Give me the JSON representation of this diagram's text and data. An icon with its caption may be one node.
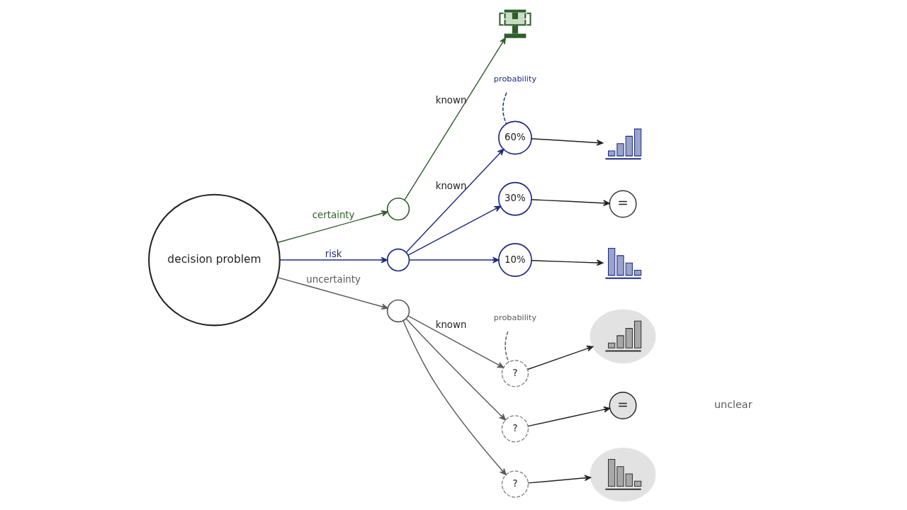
{
  "diagram": {
    "nodes": [
      {
        "text": [
          "decision problem"
        ]
      },
      {
        "text": [],
        "shape": "circle"
      },
      {
        "text": [],
        "shape": "picture"
      },
      {
        "text": [],
        "shape": "circle"
      },
      {
        "text": [
          "probability"
        ]
      },
      {
        "text": [
          "60%"
        ]
      },
      {
        "text": [],
        "shape": "picture"
      },
      {
        "text": [
          "30%"
        ]
      },
      {
        "text": [
          "="
        ]
      },
      {
        "text": [
          "10%"
        ]
      },
      {
        "text": [],
        "shape": "picture"
      },
      {
        "text": [],
        "shape": "circle"
      },
      {
        "text": [
          "probability"
        ]
      },
      {
        "text": [
          "?"
        ]
      },
      {
        "text": [],
        "shape": "cloud"
      },
      {
        "text": [
          "?"
        ]
      },
      {
        "text": [
          "="
        ]
      },
      {
        "text": [
          "?"
        ]
      },
      {
        "text": [],
        "shape": "cloud"
      }
    ],
    "edges": [
      {
        "from": 0,
        "to": 1,
        "arrow": "to",
        "label": "certainty",
        "color": "#2e5e2a"
      },
      {
        "from": 1,
        "to": 2,
        "arrow": "to",
        "label": "known",
        "color": "#2e5e2a"
      },
      {
        "from": 0,
        "to": 3,
        "arrow": "to",
        "label": "risk",
        "color": "#1c2a80"
      },
      {
        "from": 3,
        "to": 5,
        "arrow": "to",
        "label": "known",
        "color": "#1c2a80"
      },
      {
        "from": 3,
        "to": 7,
        "arrow": "to",
        "color": "#1c2a80"
      },
      {
        "from": 3,
        "to": 9,
        "arrow": "to",
        "color": "#1c2a80"
      },
      {
        "from": 4,
        "to": 5,
        "arrow": "none",
        "style": "dashed",
        "color": "#1c2a80"
      },
      {
        "from": 5,
        "to": 6,
        "arrow": "to"
      },
      {
        "from": 7,
        "to": 8,
        "arrow": "to"
      },
      {
        "from": 9,
        "to": 10,
        "arrow": "to"
      },
      {
        "from": 0,
        "to": 11,
        "arrow": "to",
        "label": "uncertainty",
        "color": "#5a5a5a"
      },
      {
        "from": 11,
        "to": 13,
        "arrow": "to",
        "label": "known",
        "color": "#5a5a5a"
      },
      {
        "from": 11,
        "to": 15,
        "arrow": "to",
        "color": "#5a5a5a"
      },
      {
        "from": 11,
        "to": 17,
        "arrow": "to",
        "color": "#5a5a5a"
      },
      {
        "from": 12,
        "to": 13,
        "arrow": "none",
        "style": "dashed",
        "color": "#5a5a5a"
      },
      {
        "from": 13,
        "to": 14,
        "arrow": "to"
      },
      {
        "from": 15,
        "to": 16,
        "arrow": "to"
      },
      {
        "from": 17,
        "to": 18,
        "arrow": "to"
      }
    ],
    "labels": [
      "unclear"
    ]
  }
}
